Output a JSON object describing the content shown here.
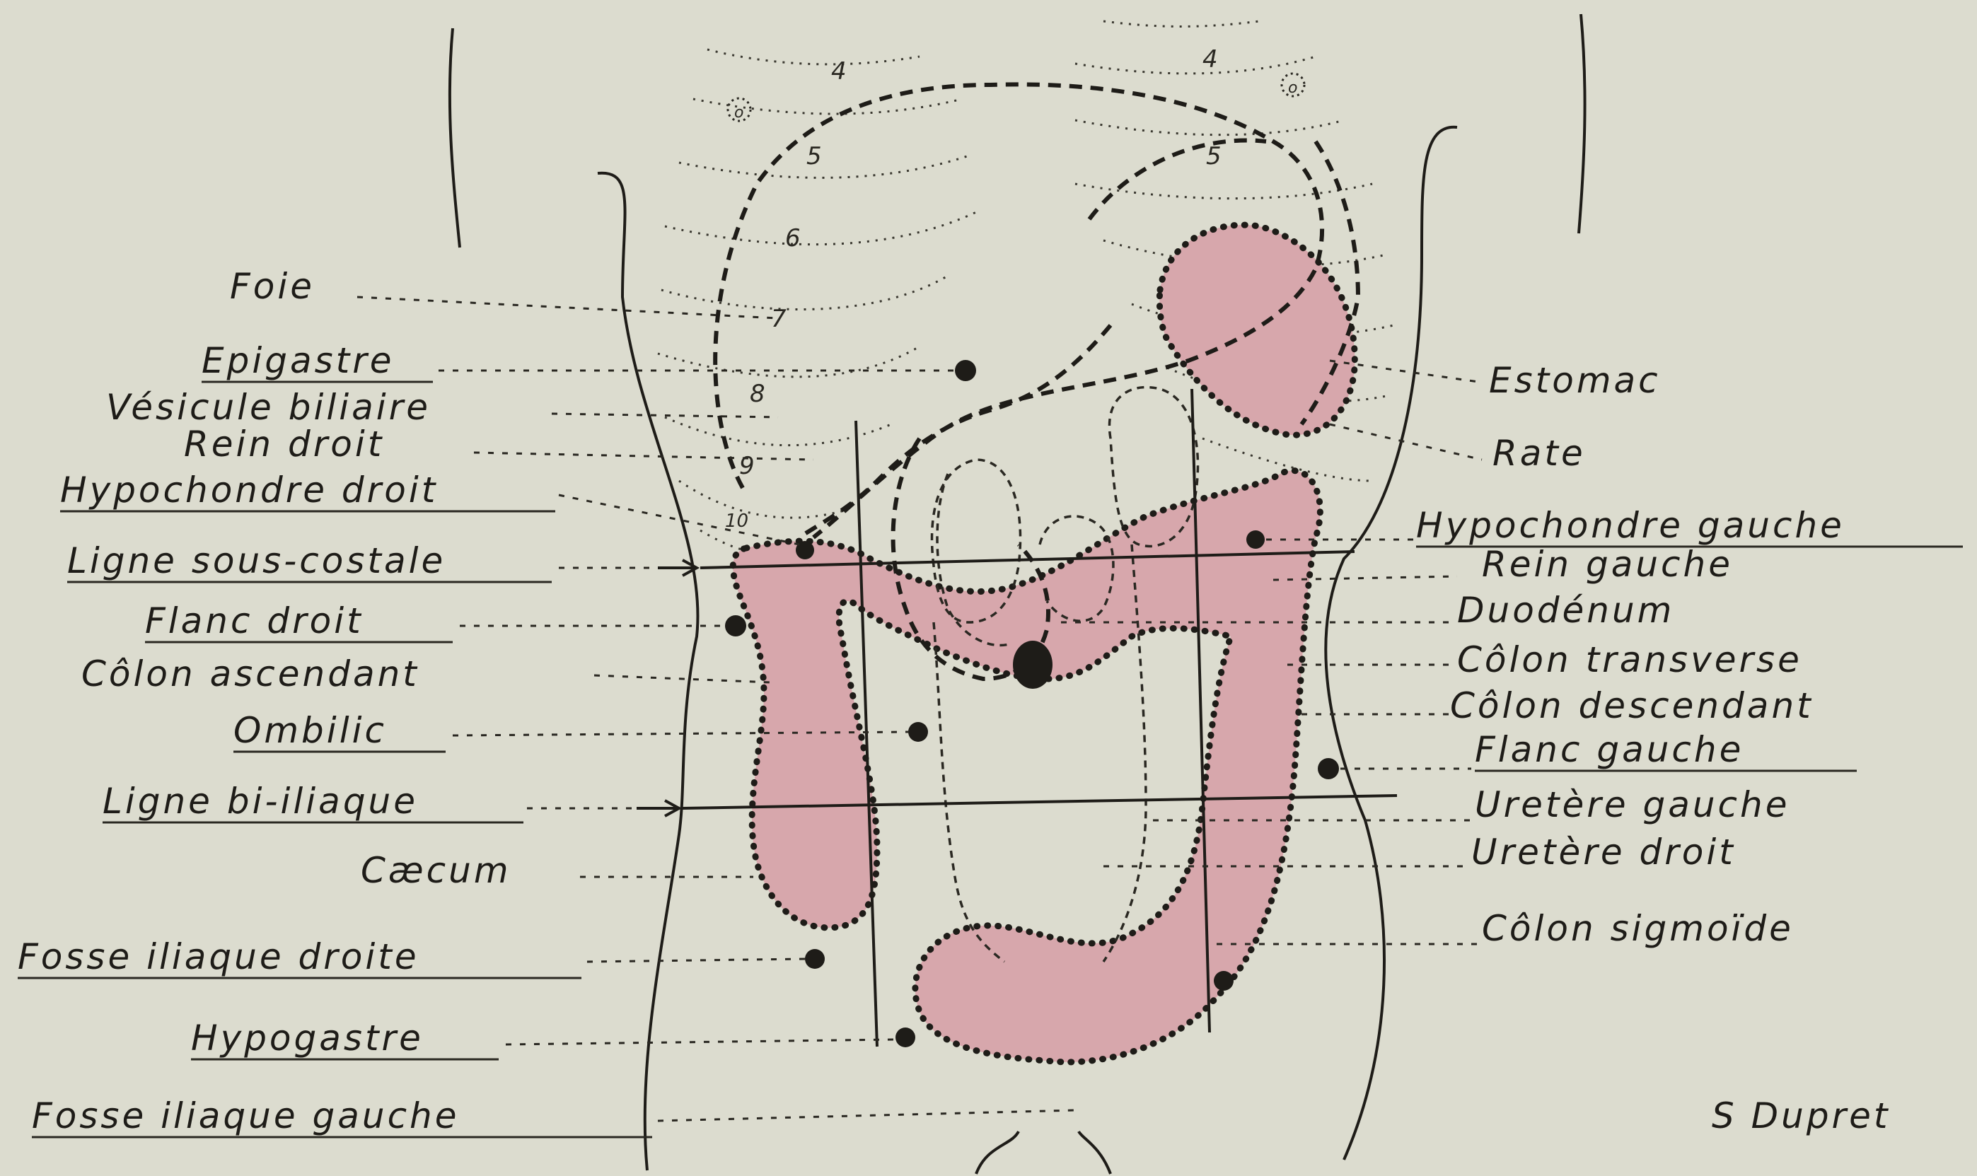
{
  "colors": {
    "paper": "#dcdccf",
    "ink": "#1e1c18",
    "colon_fill": "#d7a7ac"
  },
  "rib_numbers": [
    "4",
    "5",
    "6",
    "7",
    "8",
    "9",
    "10"
  ],
  "nipple_mark": "o",
  "labels_left": [
    {
      "id": "foie",
      "text": "Foie",
      "underlined": false
    },
    {
      "id": "epigastre",
      "text": "Epigastre",
      "underlined": true
    },
    {
      "id": "vesicule",
      "text": "Vésicule biliaire",
      "underlined": false
    },
    {
      "id": "rein-droit",
      "text": "Rein droit",
      "underlined": false
    },
    {
      "id": "hypochondre-droit",
      "text": "Hypochondre droit",
      "underlined": true
    },
    {
      "id": "ligne-sous-costale",
      "text": "Ligne sous-costale",
      "underlined": true
    },
    {
      "id": "flanc-droit",
      "text": "Flanc droit",
      "underlined": true
    },
    {
      "id": "colon-ascendant",
      "text": "Côlon ascendant",
      "underlined": false
    },
    {
      "id": "ombilic",
      "text": "Ombilic",
      "underlined": true
    },
    {
      "id": "ligne-bi-iliaque",
      "text": "Ligne bi-iliaque",
      "underlined": true
    },
    {
      "id": "caecum",
      "text": "Cæcum",
      "underlined": false
    },
    {
      "id": "fosse-iliaque-droite",
      "text": "Fosse iliaque droite",
      "underlined": true
    },
    {
      "id": "hypogastre",
      "text": "Hypogastre",
      "underlined": true
    },
    {
      "id": "fosse-iliaque-gauche",
      "text": "Fosse iliaque gauche",
      "underlined": true
    }
  ],
  "labels_right": [
    {
      "id": "estomac",
      "text": "Estomac",
      "underlined": false
    },
    {
      "id": "rate",
      "text": "Rate",
      "underlined": false
    },
    {
      "id": "hypochondre-gauche",
      "text": "Hypochondre gauche",
      "underlined": true
    },
    {
      "id": "rein-gauche",
      "text": "Rein gauche",
      "underlined": false
    },
    {
      "id": "duodenum",
      "text": "Duodénum",
      "underlined": false
    },
    {
      "id": "colon-transverse",
      "text": "Côlon transverse",
      "underlined": false
    },
    {
      "id": "colon-descendant",
      "text": "Côlon descendant",
      "underlined": false
    },
    {
      "id": "flanc-gauche",
      "text": "Flanc gauche",
      "underlined": true
    },
    {
      "id": "uretere-gauche",
      "text": "Uretère gauche",
      "underlined": false
    },
    {
      "id": "uretere-droit",
      "text": "Uretère droit",
      "underlined": false
    },
    {
      "id": "colon-sigmoide",
      "text": "Côlon sigmoïde",
      "underlined": false
    }
  ],
  "signature": "S Dupret"
}
